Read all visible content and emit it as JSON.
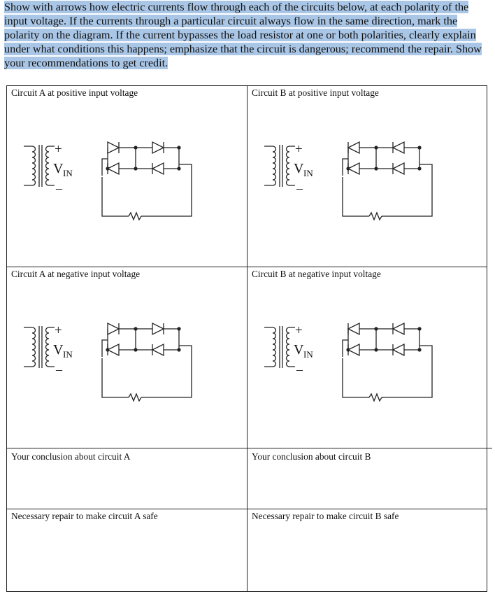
{
  "instructions": "Show with arrows how electric currents flow through each of the circuits below, at each polarity of the input voltage. If the currents through a particular circuit always flow in the same direction, mark the polarity on the diagram. If the current bypasses the load resistor at one or both polarities, clearly explain under what conditions this happens; emphasize that the circuit is dangerous; recommend the repair. Show your recommendations to get credit.",
  "cells": {
    "a_pos": "Circuit A at positive input voltage",
    "b_pos": "Circuit B at positive input voltage",
    "a_neg": "Circuit A at negative input voltage",
    "b_neg": "Circuit B at negative input voltage",
    "conclusion_a": "Your conclusion about circuit A",
    "conclusion_b": "Your conclusion about circuit B",
    "repair_a": "Necessary repair to make circuit A safe",
    "repair_b": "Necessary repair to make circuit B safe"
  },
  "source_labels": {
    "plus": "+",
    "minus": "–",
    "v": "V",
    "subscript": "IN"
  }
}
